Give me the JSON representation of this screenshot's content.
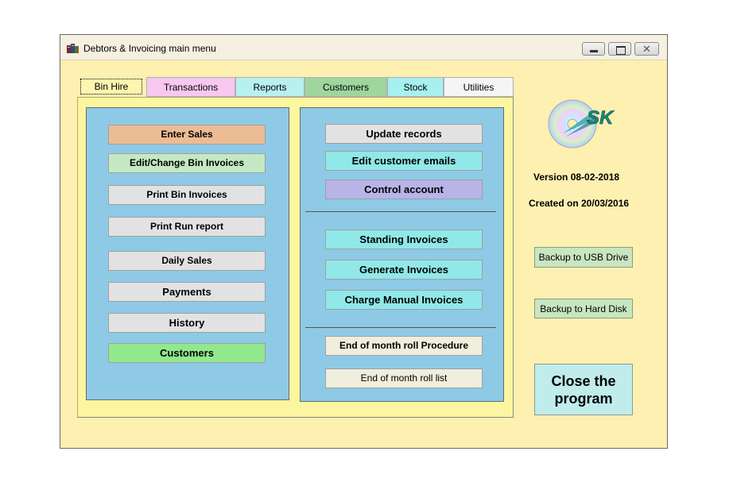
{
  "window": {
    "title": "Debtors & Invoicing main menu",
    "controls": {
      "close_glyph": "✕"
    }
  },
  "tabs": [
    {
      "label": "Bin Hire",
      "color": "#fdf6b0",
      "active": true
    },
    {
      "label": "Transactions",
      "color": "#f8c8f0"
    },
    {
      "label": "Reports",
      "color": "#b8f0f0"
    },
    {
      "label": "Customers",
      "color": "#9ed69e"
    },
    {
      "label": "Stock",
      "color": "#a8f0f0"
    },
    {
      "label": "Utilities",
      "color": "#f5f5f5"
    }
  ],
  "left_group": {
    "buttons": [
      {
        "label": "Enter Sales",
        "color": "#ecbc94"
      },
      {
        "label": "Edit/Change Bin Invoices",
        "color": "#c4e8c4"
      },
      {
        "label": "Print Bin Invoices",
        "color": "#e2e2e2"
      },
      {
        "label": "Print Run report",
        "color": "#e2e2e2"
      },
      {
        "label": "Daily Sales",
        "color": "#e2e2e2"
      },
      {
        "label": "Payments",
        "color": "#e2e2e2"
      },
      {
        "label": "History",
        "color": "#e2e2e2"
      },
      {
        "label": "Customers",
        "color": "#92e88c"
      }
    ]
  },
  "right_group": {
    "buttons": [
      {
        "label": "Update records",
        "color": "#e2e2e2"
      },
      {
        "label": "Edit customer emails",
        "color": "#90e8e8"
      },
      {
        "label": "Control account",
        "color": "#b8b4e8"
      },
      {
        "label": "Standing Invoices",
        "color": "#90e8e8"
      },
      {
        "label": "Generate Invoices",
        "color": "#90e8e8"
      },
      {
        "label": "Charge Manual Invoices",
        "color": "#90e8e8"
      },
      {
        "label": "End of month roll Procedure",
        "color": "#f0eedc"
      },
      {
        "label": "End of month roll list",
        "color": "#f0eedc"
      }
    ]
  },
  "logo": {
    "text": "SK",
    "icon": "cd-disc-logo-icon"
  },
  "info": {
    "version": "Version  08-02-2018",
    "created": "Created on 20/03/2016"
  },
  "actions": {
    "backup_usb": "Backup to USB Drive",
    "backup_hdd": "Backup to Hard Disk",
    "close_line1": "Close the",
    "close_line2": "program"
  }
}
